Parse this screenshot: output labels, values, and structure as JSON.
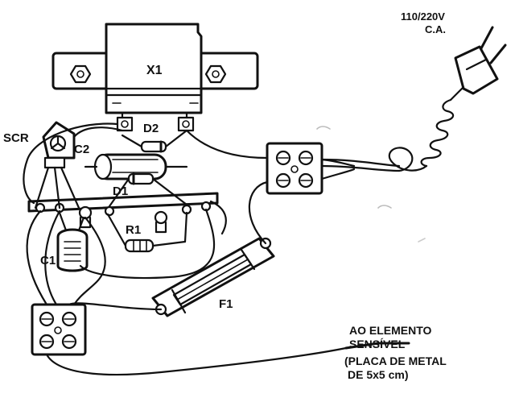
{
  "labels": {
    "transformer": "X1",
    "mains_voltage": "110/220V",
    "mains_type": "C.A.",
    "scr": "SCR",
    "c2": "C2",
    "d2": "D2",
    "d1": "D1",
    "r1": "R1",
    "c1": "C1",
    "f1": "F1",
    "sensor_line1": "AO ELEMENTO",
    "sensor_line2": "SENSÍVEL",
    "sensor_line3": "(PLACA DE METAL",
    "sensor_line4": "DE 5x5 cm)"
  },
  "colors": {
    "ink": "#111111",
    "paper": "#ffffff"
  }
}
